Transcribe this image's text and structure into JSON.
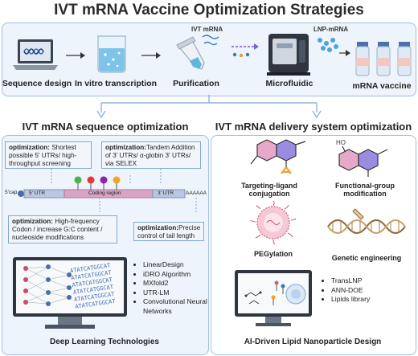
{
  "title": "IVT mRNA Vaccine Optimization Strategies",
  "pipeline": {
    "steps": [
      {
        "label": "Sequence design"
      },
      {
        "label": "In vitro transcription"
      },
      {
        "label": "Purification"
      },
      {
        "label": "Microfluidic"
      },
      {
        "label": "mRNA vaccine"
      }
    ],
    "ivt_mrna_tag": "IVT mRNA",
    "lnp_mrna_tag": "LNP-mRNA"
  },
  "left": {
    "title": "IVT mRNA sequence optimization",
    "opt1": {
      "bold": "optimization:",
      "text": " Shortest possible 5' UTRs/ high-throughput screening"
    },
    "opt2": {
      "bold": "optimization:",
      "text": "Tandem Addition of 3' UTRs/ α-globin 3' UTRs/ via SELEX"
    },
    "opt3": {
      "bold": "optimization:",
      "text": " High-frequency Codon / increase  G:C content / nucleoside modifications"
    },
    "opt4": {
      "bold": "optimization:",
      "text": "Precise control of tail length"
    },
    "mrna": {
      "cap": "5'cap",
      "utr5": "5' UTR",
      "coding": "Coding region",
      "utr3": "3' UTR",
      "polya": "AAAAAA"
    },
    "dl_list": [
      "LinearDesign",
      "iDRO Algorithm",
      "MXfold2",
      "UTR-LM",
      "Convolutional Neural Networks"
    ],
    "dl_title": "Deep Learning Technologies",
    "dna_text": "ATATCATGGCAT"
  },
  "right": {
    "title": "IVT mRNA delivery system  optimization",
    "items": [
      {
        "label": "Targeting-ligand conjugation"
      },
      {
        "label": "Functional-group modification"
      },
      {
        "label": "PEGylation"
      },
      {
        "label": "Genetic engineering"
      }
    ],
    "ai_list": [
      "TransLNP",
      "ANN-DOE",
      "Lipids library"
    ],
    "ai_title": "AI-Driven Lipid Nanoparticle Design"
  },
  "colors": {
    "panel_border": "#9fbfe0",
    "panel_fill": "#eef4fb",
    "pink": "#d9a3c4",
    "purple": "#8e7ad6",
    "orange": "#f2a030"
  }
}
